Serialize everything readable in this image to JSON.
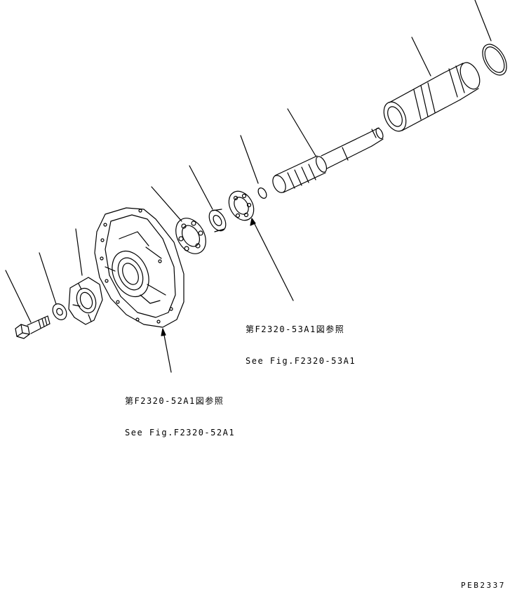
{
  "references": [
    {
      "jp": "第F2320-53A1図参照",
      "en": "See Fig.F2320-53A1"
    },
    {
      "jp": "第F2320-52A1図参照",
      "en": "See Fig.F2320-52A1"
    }
  ],
  "drawing_code": "PEB2337",
  "colors": {
    "line": "#000000",
    "background": "#ffffff"
  }
}
